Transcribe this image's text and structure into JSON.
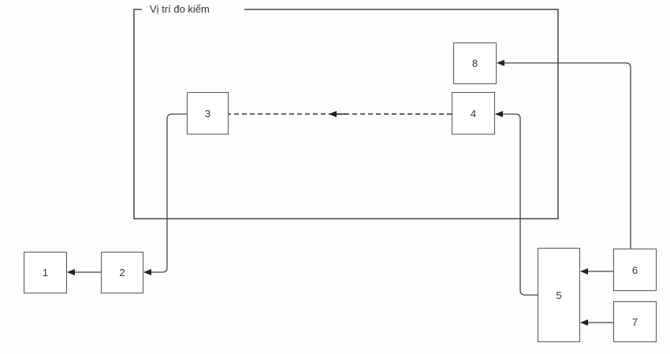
{
  "frame": {
    "title": "Vị trí đo kiểm"
  },
  "boxes": {
    "b1": "1",
    "b2": "2",
    "b3": "3",
    "b4": "4",
    "b5": "5",
    "b6": "6",
    "b7": "7",
    "b8": "8"
  }
}
